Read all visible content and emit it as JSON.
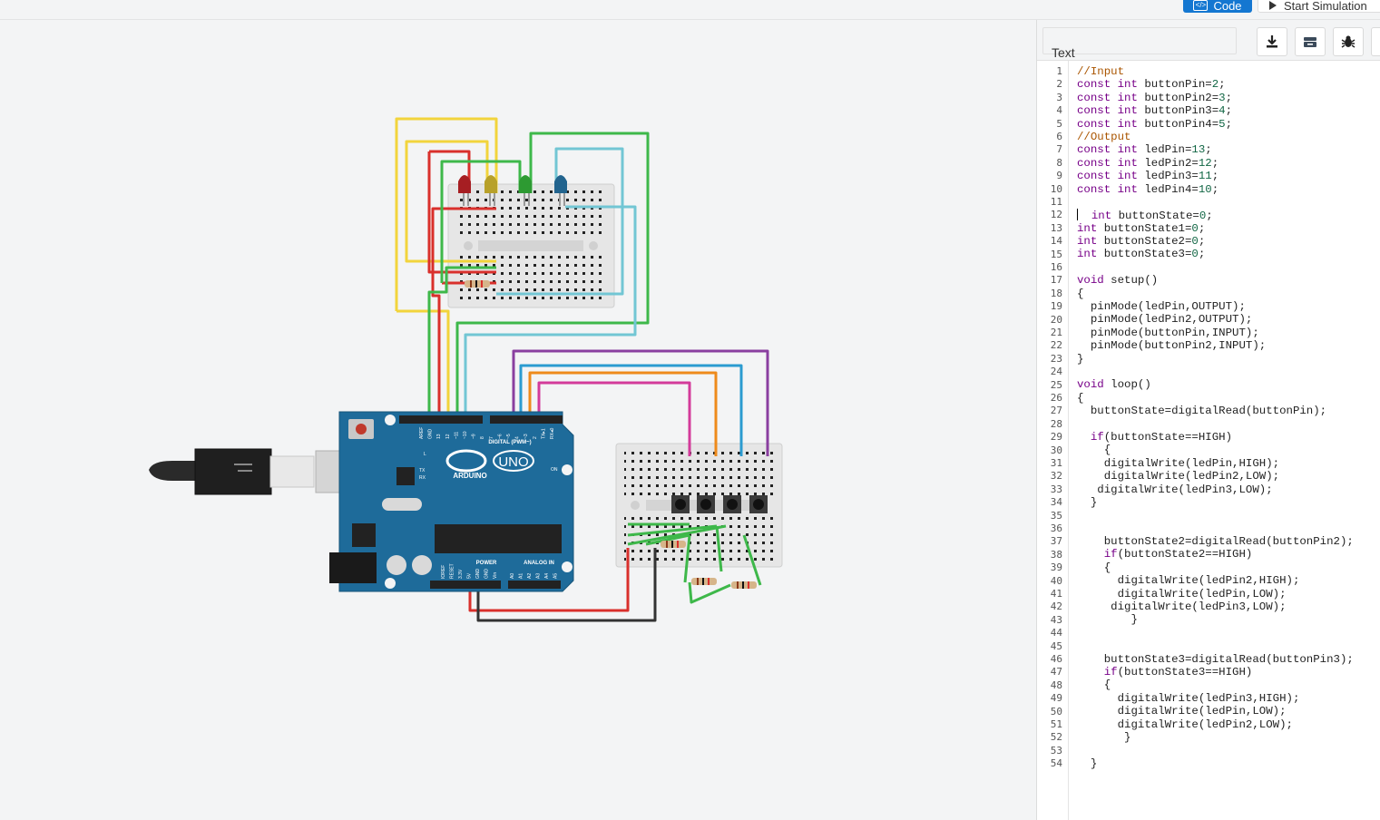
{
  "toolbar": {
    "code_label": "Code",
    "code_icon": "code-brackets-icon",
    "start_simulation_label": "Start Simulation",
    "start_simulation_icon": "play-icon"
  },
  "code_panel": {
    "mode": "Text",
    "tools": [
      "download-icon",
      "library-icon",
      "debugger-bug-icon"
    ],
    "line_numbers": [
      "1",
      "2",
      "3",
      "4",
      "5",
      "6",
      "7",
      "8",
      "9",
      "10",
      "11",
      "12",
      "13",
      "14",
      "15",
      "16",
      "17",
      "18",
      "19",
      "20",
      "21",
      "22",
      "23",
      "24",
      "25",
      "26",
      "27",
      "28",
      "29",
      "30",
      "31",
      "32",
      "33",
      "34",
      "35",
      "36",
      "37",
      "38",
      "39",
      "40",
      "41",
      "42",
      "43",
      "44",
      "45",
      "46",
      "47",
      "48",
      "49",
      "50",
      "51",
      "52",
      "53",
      "54"
    ],
    "lines": [
      [
        {
          "t": "//Input",
          "c": "cm"
        }
      ],
      [
        {
          "t": "const int",
          "c": "kw"
        },
        {
          "t": " buttonPin="
        },
        {
          "t": "2",
          "c": "nm"
        },
        {
          "t": ";"
        }
      ],
      [
        {
          "t": "const int",
          "c": "kw"
        },
        {
          "t": " buttonPin2="
        },
        {
          "t": "3",
          "c": "nm"
        },
        {
          "t": ";"
        }
      ],
      [
        {
          "t": "const int",
          "c": "kw"
        },
        {
          "t": " buttonPin3="
        },
        {
          "t": "4",
          "c": "nm"
        },
        {
          "t": ";"
        }
      ],
      [
        {
          "t": "const int",
          "c": "kw"
        },
        {
          "t": " buttonPin4="
        },
        {
          "t": "5",
          "c": "nm"
        },
        {
          "t": ";"
        }
      ],
      [
        {
          "t": "//Output",
          "c": "cm"
        }
      ],
      [
        {
          "t": "const int",
          "c": "kw"
        },
        {
          "t": " ledPin="
        },
        {
          "t": "13",
          "c": "nm"
        },
        {
          "t": ";"
        }
      ],
      [
        {
          "t": "const int",
          "c": "kw"
        },
        {
          "t": " ledPin2="
        },
        {
          "t": "12",
          "c": "nm"
        },
        {
          "t": ";"
        }
      ],
      [
        {
          "t": "const int",
          "c": "kw"
        },
        {
          "t": " ledPin3="
        },
        {
          "t": "11",
          "c": "nm"
        },
        {
          "t": ";"
        }
      ],
      [
        {
          "t": "const int",
          "c": "kw"
        },
        {
          "t": " ledPin4="
        },
        {
          "t": "10",
          "c": "nm"
        },
        {
          "t": ";"
        }
      ],
      [],
      [
        {
          "t": "  "
        },
        {
          "t": "int",
          "c": "kw"
        },
        {
          "t": " buttonState="
        },
        {
          "t": "0",
          "c": "nm"
        },
        {
          "t": ";"
        }
      ],
      [
        {
          "t": "int",
          "c": "kw"
        },
        {
          "t": " buttonState1="
        },
        {
          "t": "0",
          "c": "nm"
        },
        {
          "t": ";"
        }
      ],
      [
        {
          "t": "int",
          "c": "kw"
        },
        {
          "t": " buttonState2="
        },
        {
          "t": "0",
          "c": "nm"
        },
        {
          "t": ";"
        }
      ],
      [
        {
          "t": "int",
          "c": "kw"
        },
        {
          "t": " buttonState3="
        },
        {
          "t": "0",
          "c": "nm"
        },
        {
          "t": ";"
        }
      ],
      [],
      [
        {
          "t": "void",
          "c": "kw"
        },
        {
          "t": " setup()"
        }
      ],
      [
        {
          "t": "{"
        }
      ],
      [
        {
          "t": "  pinMode(ledPin,OUTPUT);"
        }
      ],
      [
        {
          "t": "  pinMode(ledPin2,OUTPUT);"
        }
      ],
      [
        {
          "t": "  pinMode(buttonPin,INPUT);"
        }
      ],
      [
        {
          "t": "  pinMode(buttonPin2,INPUT);"
        }
      ],
      [
        {
          "t": "}"
        }
      ],
      [],
      [
        {
          "t": "void",
          "c": "kw"
        },
        {
          "t": " loop()"
        }
      ],
      [
        {
          "t": "{"
        }
      ],
      [
        {
          "t": "  buttonState=digitalRead(buttonPin);"
        }
      ],
      [],
      [
        {
          "t": "  "
        },
        {
          "t": "if",
          "c": "kw"
        },
        {
          "t": "(buttonState==HIGH)"
        }
      ],
      [
        {
          "t": "    {"
        }
      ],
      [
        {
          "t": "    digitalWrite(ledPin,HIGH);"
        }
      ],
      [
        {
          "t": "    digitalWrite(ledPin2,LOW);"
        }
      ],
      [
        {
          "t": "   digitalWrite(ledPin3,LOW);"
        }
      ],
      [
        {
          "t": "  }"
        }
      ],
      [],
      [],
      [
        {
          "t": "    buttonState2=digitalRead(buttonPin2);"
        }
      ],
      [
        {
          "t": "    "
        },
        {
          "t": "if",
          "c": "kw"
        },
        {
          "t": "(buttonState2==HIGH)"
        }
      ],
      [
        {
          "t": "    {"
        }
      ],
      [
        {
          "t": "      digitalWrite(ledPin2,HIGH);"
        }
      ],
      [
        {
          "t": "      digitalWrite(ledPin,LOW);"
        }
      ],
      [
        {
          "t": "     digitalWrite(ledPin3,LOW);"
        }
      ],
      [
        {
          "t": "        }"
        }
      ],
      [],
      [],
      [
        {
          "t": "    buttonState3=digitalRead(buttonPin3);"
        }
      ],
      [
        {
          "t": "    "
        },
        {
          "t": "if",
          "c": "kw"
        },
        {
          "t": "(buttonState3==HIGH)"
        }
      ],
      [
        {
          "t": "    {"
        }
      ],
      [
        {
          "t": "      digitalWrite(ledPin3,HIGH);"
        }
      ],
      [
        {
          "t": "      digitalWrite(ledPin,LOW);"
        }
      ],
      [
        {
          "t": "      digitalWrite(ledPin2,LOW);"
        }
      ],
      [
        {
          "t": "       }"
        }
      ],
      [],
      [
        {
          "t": "  }"
        }
      ]
    ]
  },
  "circuit": {
    "board": {
      "brand": "ARDUINO",
      "model": "UNO",
      "header_digital": "DIGITAL (PWM~)",
      "header_power": "POWER",
      "header_analog": "ANALOG IN",
      "label_on": "ON",
      "label_l": "L",
      "label_tx": "TX",
      "label_rx": "RX",
      "digital_pins": [
        "AREF",
        "GND",
        "13",
        "12",
        "~11",
        "~10",
        "~9",
        "8",
        "7",
        "~6",
        "~5",
        "4",
        "~3",
        "2",
        "TX▸1",
        "RX◂0"
      ],
      "power_pins": [
        "IOREF",
        "RESET",
        "3.3V",
        "5V",
        "GND",
        "GND",
        "Vin"
      ],
      "analog_pins": [
        "A0",
        "A1",
        "A2",
        "A3",
        "A4",
        "A5"
      ]
    },
    "colors": {
      "board_blue": "#1e6b9a",
      "breadboard": "#e6e6e6",
      "wire_red": "#d9302c",
      "wire_yellow": "#f2d43c",
      "wire_green": "#3eb84a",
      "wire_cyan": "#72c6d4",
      "wire_purple": "#8a3fa0",
      "wire_blue": "#2b9bd0",
      "wire_orange": "#ee8a1b",
      "wire_magenta": "#d33b9a",
      "wire_black": "#333333",
      "led_red": "#a61e22",
      "led_yellow": "#b8a12a",
      "led_green": "#2d9a32",
      "led_blue": "#22648e"
    }
  }
}
